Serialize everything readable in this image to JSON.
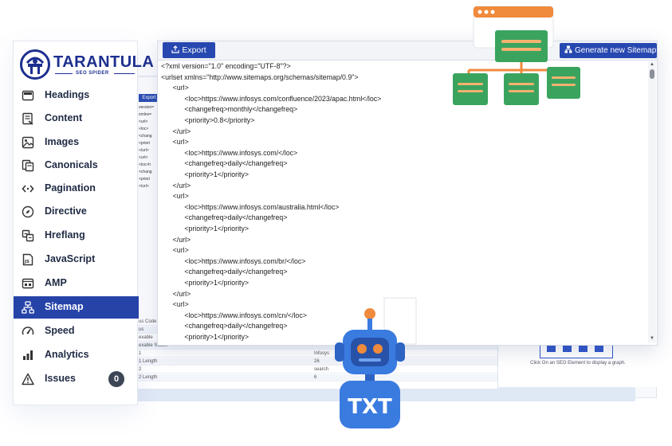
{
  "sidebar": {
    "logo": {
      "title": "TARANTULA",
      "subtitle": "SEO SPIDER"
    },
    "items": [
      {
        "label": "Headings",
        "icon": "headings-icon"
      },
      {
        "label": "Content",
        "icon": "content-icon"
      },
      {
        "label": "Images",
        "icon": "images-icon"
      },
      {
        "label": "Canonicals",
        "icon": "canonicals-icon"
      },
      {
        "label": "Pagination",
        "icon": "pagination-icon"
      },
      {
        "label": "Directive",
        "icon": "directive-icon"
      },
      {
        "label": "Hreflang",
        "icon": "hreflang-icon"
      },
      {
        "label": "JavaScript",
        "icon": "javascript-icon"
      },
      {
        "label": "AMP",
        "icon": "amp-icon"
      },
      {
        "label": "Sitemap",
        "icon": "sitemap-icon",
        "active": true
      },
      {
        "label": "Speed",
        "icon": "speed-icon"
      },
      {
        "label": "Analytics",
        "icon": "analytics-icon"
      },
      {
        "label": "Issues",
        "icon": "warning-icon",
        "badge": "0"
      }
    ]
  },
  "toolbar": {
    "export_label": "Export",
    "generate_label": "Generate new Sitemap"
  },
  "code_lines": [
    "<?xml version=\"1.0\" encoding=\"UTF-8\"?>",
    "<urlset xmlns=\"http://www.sitemaps.org/schemas/sitemap/0.9\">",
    "      <url>",
    "            <loc>https://www.infosys.com/confluence/2023/apac.html</loc>",
    "            <changefreq>monthly</changefreq>",
    "            <priority>0.8</priority>",
    "      </url>",
    "      <url>",
    "            <loc>https://www.infosys.com/</loc>",
    "            <changefreq>daily</changefreq>",
    "            <priority>1</priority>",
    "      </url>",
    "      <url>",
    "            <loc>https://www.infosys.com/australia.html</loc>",
    "            <changefreq>daily</changefreq>",
    "            <priority>1</priority>",
    "      </url>",
    "      <url>",
    "            <loc>https://www.infosys.com/br/</loc>",
    "            <changefreq>daily</changefreq>",
    "            <priority>1</priority>",
    "      </url>",
    "      <url>",
    "            <loc>https://www.infosys.com/cn/</loc>",
    "            <changefreq>daily</changefreq>",
    "            <priority>1</priority>"
  ],
  "background": {
    "mini_export": "Export",
    "mini_tags": [
      "version=",
      "xmlns=",
      "<url>",
      "<loc>",
      "<chang",
      "<priori",
      "</url>",
      "<url>",
      "<loc>h",
      "<chang",
      "<priori",
      "</url>"
    ],
    "table_rows": [
      {
        "c1": "us Code",
        "c2": ""
      },
      {
        "c1": "us",
        "c2": ""
      },
      {
        "c1": "exable",
        "c2": ""
      },
      {
        "c1": "exable Status",
        "c2": ""
      },
      {
        "c1": "1",
        "c2": "Infosys"
      },
      {
        "c1": "1 Length",
        "c2": "26"
      },
      {
        "c1": "2",
        "c2": "search"
      },
      {
        "c1": "2 Length",
        "c2": "6"
      }
    ],
    "graph_caption": "Click On an SEO Element to display a graph."
  },
  "colors": {
    "brand": "#1c2f8f",
    "active_nav": "#2643a8",
    "button": "#2748b0",
    "illustration_green": "#3aa45f",
    "illustration_orange": "#f08a3c",
    "robot_blue": "#3a7be0"
  }
}
